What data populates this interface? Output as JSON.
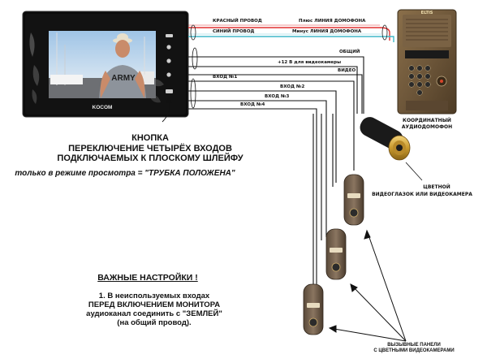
{
  "monitor": {
    "brand": "KOCOM",
    "screen_text": "ARMY"
  },
  "door_station": {
    "brand": "ELTIS",
    "label_line1": "КООРДИНАТНЫЙ",
    "label_line2": "АУДИОДОМОФОН"
  },
  "wires": {
    "red_label": "КРАСНЫЙ  ПРОВОД",
    "plus_label": "Плюс ЛИНИЯ ДОМОФОНА",
    "blue_label": "СИНИЙ  ПРОВОД",
    "minus_label": "Минус  ЛИНИЯ ДОМОФОНА",
    "common_label": "ОБЩИЙ",
    "power_label": "+12 В для видеокамеры",
    "video_label": "ВИДЕО",
    "input1": "ВХОД №1",
    "input2": "ВХОД №2",
    "input3": "ВХОД №3",
    "input4": "ВХОД №4"
  },
  "camera_label": {
    "line1": "ЦВЕТНОЙ",
    "line2": "ВИДЕОГЛАЗОК  ИЛИ  ВИДЕОКАМЕРА"
  },
  "panels_label": {
    "line1": "ВЫЗЫВНЫЕ ПАНЕЛИ",
    "line2": "С ЦВЕТНЫМИ ВИДЕОКАМЕРАМИ"
  },
  "button_note": {
    "line1": "КНОПКА",
    "line2": "ПЕРЕКЛЮЧЕНИЕ  ЧЕТЫРЁХ ВХОДОВ",
    "line3": "ПОДКЛЮЧАЕМЫХ  К ПЛОСКОМУ ШЛЕЙФУ",
    "line4": "только в режиме просмотра  = \"ТРУБКА ПОЛОЖЕНА\""
  },
  "settings": {
    "title": "ВАЖНЫЕ НАСТРОЙКИ !",
    "line1": "1. В неиспользуемых входах",
    "line2": "ПЕРЕД ВКЛЮЧЕНИЕМ МОНИТОРА",
    "line3": "аудиоканал соединить с \"ЗЕМЛЕЙ\"",
    "line4": "(на общий провод)."
  }
}
